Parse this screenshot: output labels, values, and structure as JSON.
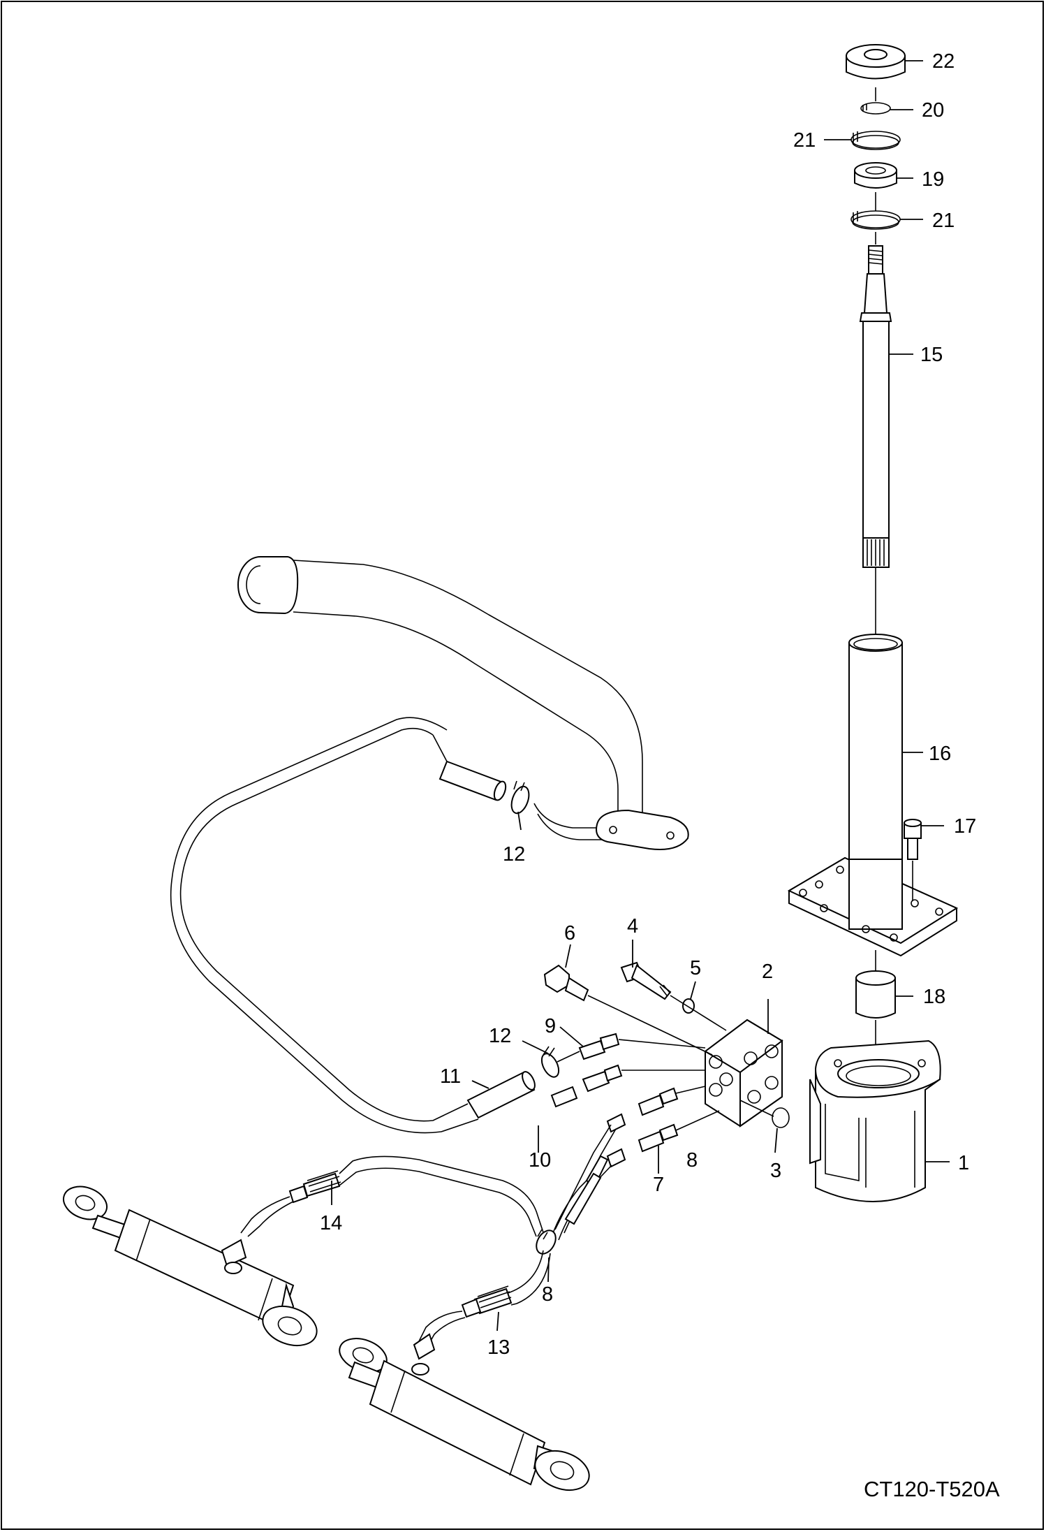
{
  "drawing": {
    "code": "CT120-T520A"
  },
  "callouts": {
    "c1": "1",
    "c2": "2",
    "c3": "3",
    "c4": "4",
    "c5": "5",
    "c6": "6",
    "c7": "7",
    "c8a": "8",
    "c8b": "8",
    "c9": "9",
    "c10": "10",
    "c11": "11",
    "c12a": "12",
    "c12b": "12",
    "c13": "13",
    "c14": "14",
    "c15": "15",
    "c16": "16",
    "c17": "17",
    "c18": "18",
    "c19": "19",
    "c20": "20",
    "c21a": "21",
    "c21b": "21",
    "c22": "22"
  }
}
